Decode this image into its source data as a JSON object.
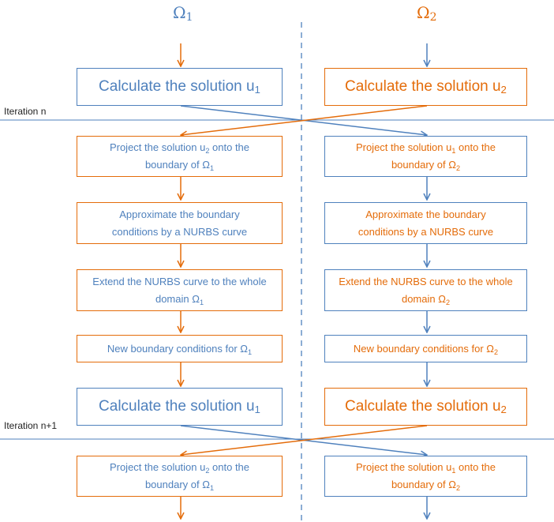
{
  "domains": {
    "left": "Ω",
    "left_sub": "1",
    "right": "Ω",
    "right_sub": "2"
  },
  "iterations": {
    "first": "Iteration n",
    "second": "Iteration n+1"
  },
  "boxes": {
    "calc_left": {
      "text": "Calculate the solution u",
      "sub": "1"
    },
    "calc_right": {
      "text": "Calculate the solution u",
      "sub": "2"
    },
    "project_left": {
      "line1_pre": "Project the solution u",
      "line1_sub": "2",
      "line1_post": " onto the",
      "line2_pre": "boundary of Ω",
      "line2_sub": "1"
    },
    "project_right": {
      "line1_pre": "Project the solution u",
      "line1_sub": "1",
      "line1_post": " onto the",
      "line2_pre": "boundary of Ω",
      "line2_sub": "2"
    },
    "approx": {
      "line1": "Approximate the boundary",
      "line2": "conditions by a NURBS curve"
    },
    "extend_left": {
      "line1": "Extend the NURBS curve to the whole",
      "line2_pre": "domain Ω",
      "line2_sub": "1"
    },
    "extend_right": {
      "line1": "Extend the NURBS curve to the whole",
      "line2_pre": "domain Ω",
      "line2_sub": "2"
    },
    "newbc_left": {
      "text": "New boundary conditions for Ω",
      "sub": "1"
    },
    "newbc_right": {
      "text": "New boundary conditions for Ω",
      "sub": "2"
    }
  },
  "colors": {
    "blue": "#4f81bd",
    "orange": "#e46c0a"
  }
}
